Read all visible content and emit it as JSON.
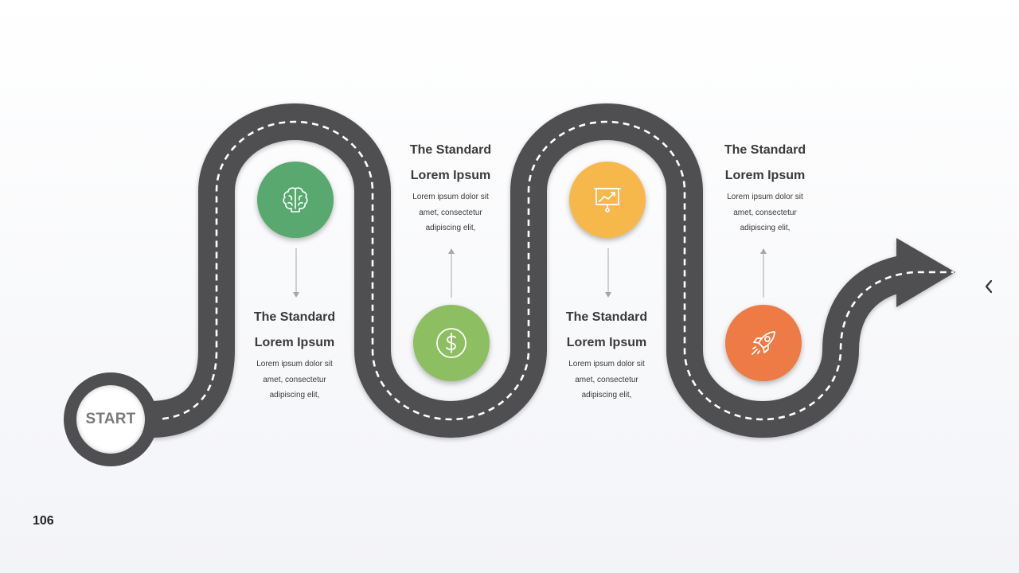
{
  "start_label": "START",
  "page_number": "106",
  "colors": {
    "road": "#4f4f51",
    "road_marking": "#ffffff",
    "green_dark": "#58a86f",
    "green_light": "#8dbf62",
    "yellow": "#f7b84b",
    "orange": "#ee7a45"
  },
  "milestones": [
    {
      "icon": "brain-icon",
      "color": "#58a86f"
    },
    {
      "icon": "dollar-icon",
      "color": "#8dbf62"
    },
    {
      "icon": "presentation-icon",
      "color": "#f7b84b"
    },
    {
      "icon": "rocket-icon",
      "color": "#ee7a45"
    }
  ],
  "steps": [
    {
      "title_line1": "The Standard",
      "title_line2": "Lorem Ipsum",
      "body_line1": "Lorem ipsum dolor sit",
      "body_line2": "amet, consectetur",
      "body_line3": "adipiscing elit,"
    },
    {
      "title_line1": "The Standard",
      "title_line2": "Lorem Ipsum",
      "body_line1": "Lorem ipsum dolor sit",
      "body_line2": "amet, consectetur",
      "body_line3": "adipiscing elit,"
    },
    {
      "title_line1": "The Standard",
      "title_line2": "Lorem Ipsum",
      "body_line1": "Lorem ipsum dolor sit",
      "body_line2": "amet, consectetur",
      "body_line3": "adipiscing elit,"
    },
    {
      "title_line1": "The Standard",
      "title_line2": "Lorem Ipsum",
      "body_line1": "Lorem ipsum dolor sit",
      "body_line2": "amet, consectetur",
      "body_line3": "adipiscing elit,"
    }
  ],
  "nav": {
    "prev_icon": "chevron-left-icon"
  }
}
